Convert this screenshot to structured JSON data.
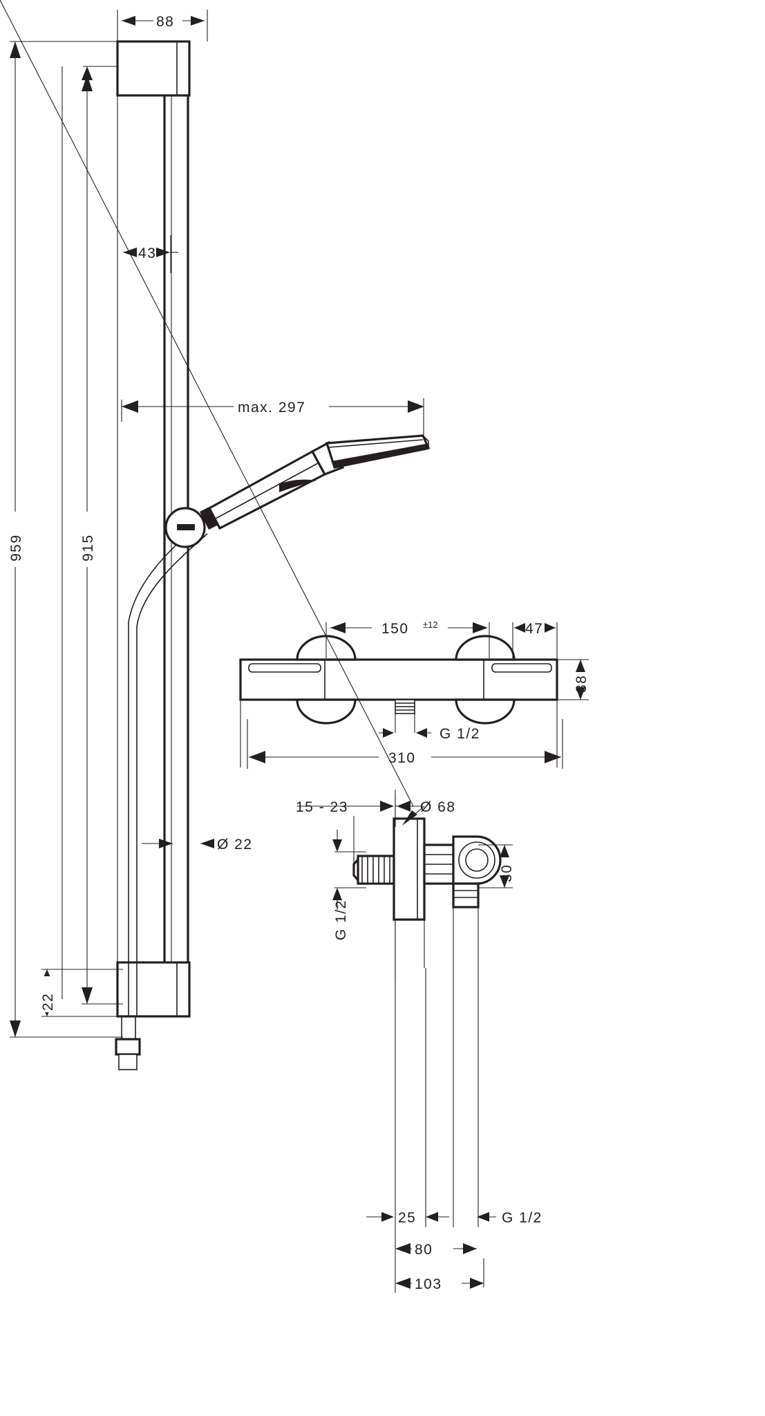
{
  "drawing": {
    "type": "technical-product-drawing",
    "subject": "Shower set with shower bar, hand shower, thermostatic mixer and wall connection detail",
    "units": "mm",
    "line_color": "#231f20",
    "background_color": "#ffffff"
  },
  "dimensions": {
    "bar_bracket_width": "88",
    "bar_offset": "43",
    "handshower_reach": "max. 297",
    "total_height": "959",
    "bar_height": "915",
    "bottom_offset": "22",
    "bar_diameter": "Ø 22"
  },
  "mixer": {
    "center_distance": "150",
    "center_tolerance": "±12",
    "end_block": "47",
    "body_height": "38",
    "overall_width": "310",
    "outlet_thread": "G  1/2"
  },
  "detail": {
    "wall_projection": "15 - 23",
    "escutcheon_diameter": "Ø 68",
    "inlet_thread_left": "G 1/2",
    "outlet_thread_right": "G  1/2",
    "vertical_offset": "30",
    "dim_25": "25",
    "dim_80": "80",
    "dim_103": "103"
  },
  "labels": {
    "d88": "88",
    "d43": "43",
    "dmax297": "max. 297",
    "d959": "959",
    "d915": "915",
    "d22": "22",
    "ddia22": "Ø 22",
    "d150": "150",
    "dtol12": "±12",
    "d47": "47",
    "d38": "38",
    "d310": "310",
    "dG12a": "G  1/2",
    "d1523": "15 - 23",
    "ddia68": "Ø 68",
    "dG12b": "G 1/2",
    "dG12c": "G  1/2",
    "d30": "30",
    "d25": "25",
    "d80": "80",
    "d103": "103"
  }
}
